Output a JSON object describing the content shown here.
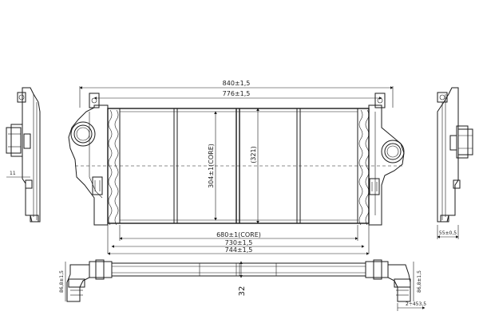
{
  "dimensions": {
    "overall_width": "840±1,5",
    "inner_width": "776±1,5",
    "core_width": "680±1(CORE)",
    "width_730": "730±1,5",
    "width_744": "744±1,5",
    "core_height": "304±1(CORE)",
    "height_321": "(321)",
    "side_offset": "11",
    "side_depth": "55±0,5",
    "thickness": "32",
    "pipe_height_left": "86,8±1,5",
    "pipe_height_right": "86,8±1,5",
    "pipe_offset": "2÷453,5"
  }
}
